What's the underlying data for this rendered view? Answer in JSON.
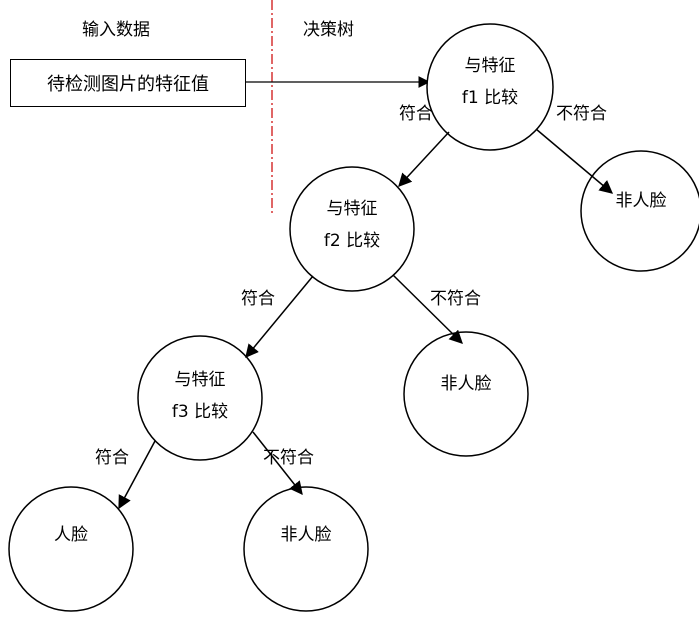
{
  "headers": {
    "input_data": "输入数据",
    "decision_tree": "决策树"
  },
  "input_box": {
    "label": "待检测图片的特征值"
  },
  "nodes": {
    "n1": {
      "line1": "与特征",
      "line2": "f1 比较"
    },
    "n2": {
      "line1": "与特征",
      "line2": "f2 比较"
    },
    "n3": {
      "line1": "与特征",
      "line2": "f3 比较"
    },
    "leaf1": {
      "label": "非人脸"
    },
    "leaf2": {
      "label": "非人脸"
    },
    "leaf3": {
      "label": "人脸"
    },
    "leaf4": {
      "label": "非人脸"
    }
  },
  "edges": {
    "e1_match": "符合",
    "e1_nomatch": "不符合",
    "e2_match": "符合",
    "e2_nomatch": "不符合",
    "e3_match": "符合",
    "e3_nomatch": "不符合"
  },
  "colors": {
    "stroke": "#000000",
    "divider": "#cc0000",
    "background": "#ffffff"
  }
}
